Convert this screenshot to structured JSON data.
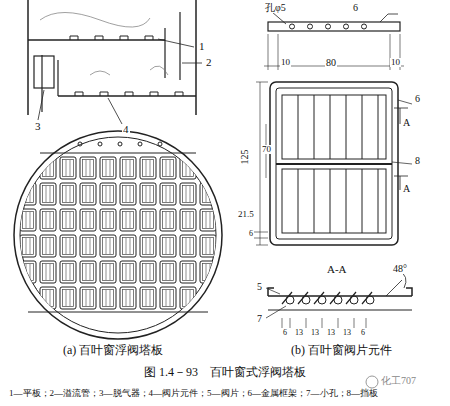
{
  "diagram": {
    "caption": "图 1.4－93　百叶窗式浮阀塔板",
    "labels": [
      "1",
      "2",
      "3",
      "4",
      "(a) 百叶窗浮阀塔板",
      "孔φ5",
      "6",
      "10",
      "80",
      "10",
      "125",
      "70",
      "21.5",
      "6",
      "A",
      "A",
      "6",
      "8",
      "A-A",
      "48°",
      "5",
      "7",
      "6",
      "13",
      "13",
      "13",
      "13",
      "6",
      "(b) 百叶窗阀片元件",
      "1—平板；2—溢流管；3—脱气器；4—阀片元件；5—阀片；6—金属框架；7—小孔；8—挡板",
      "化工707"
    ]
  }
}
